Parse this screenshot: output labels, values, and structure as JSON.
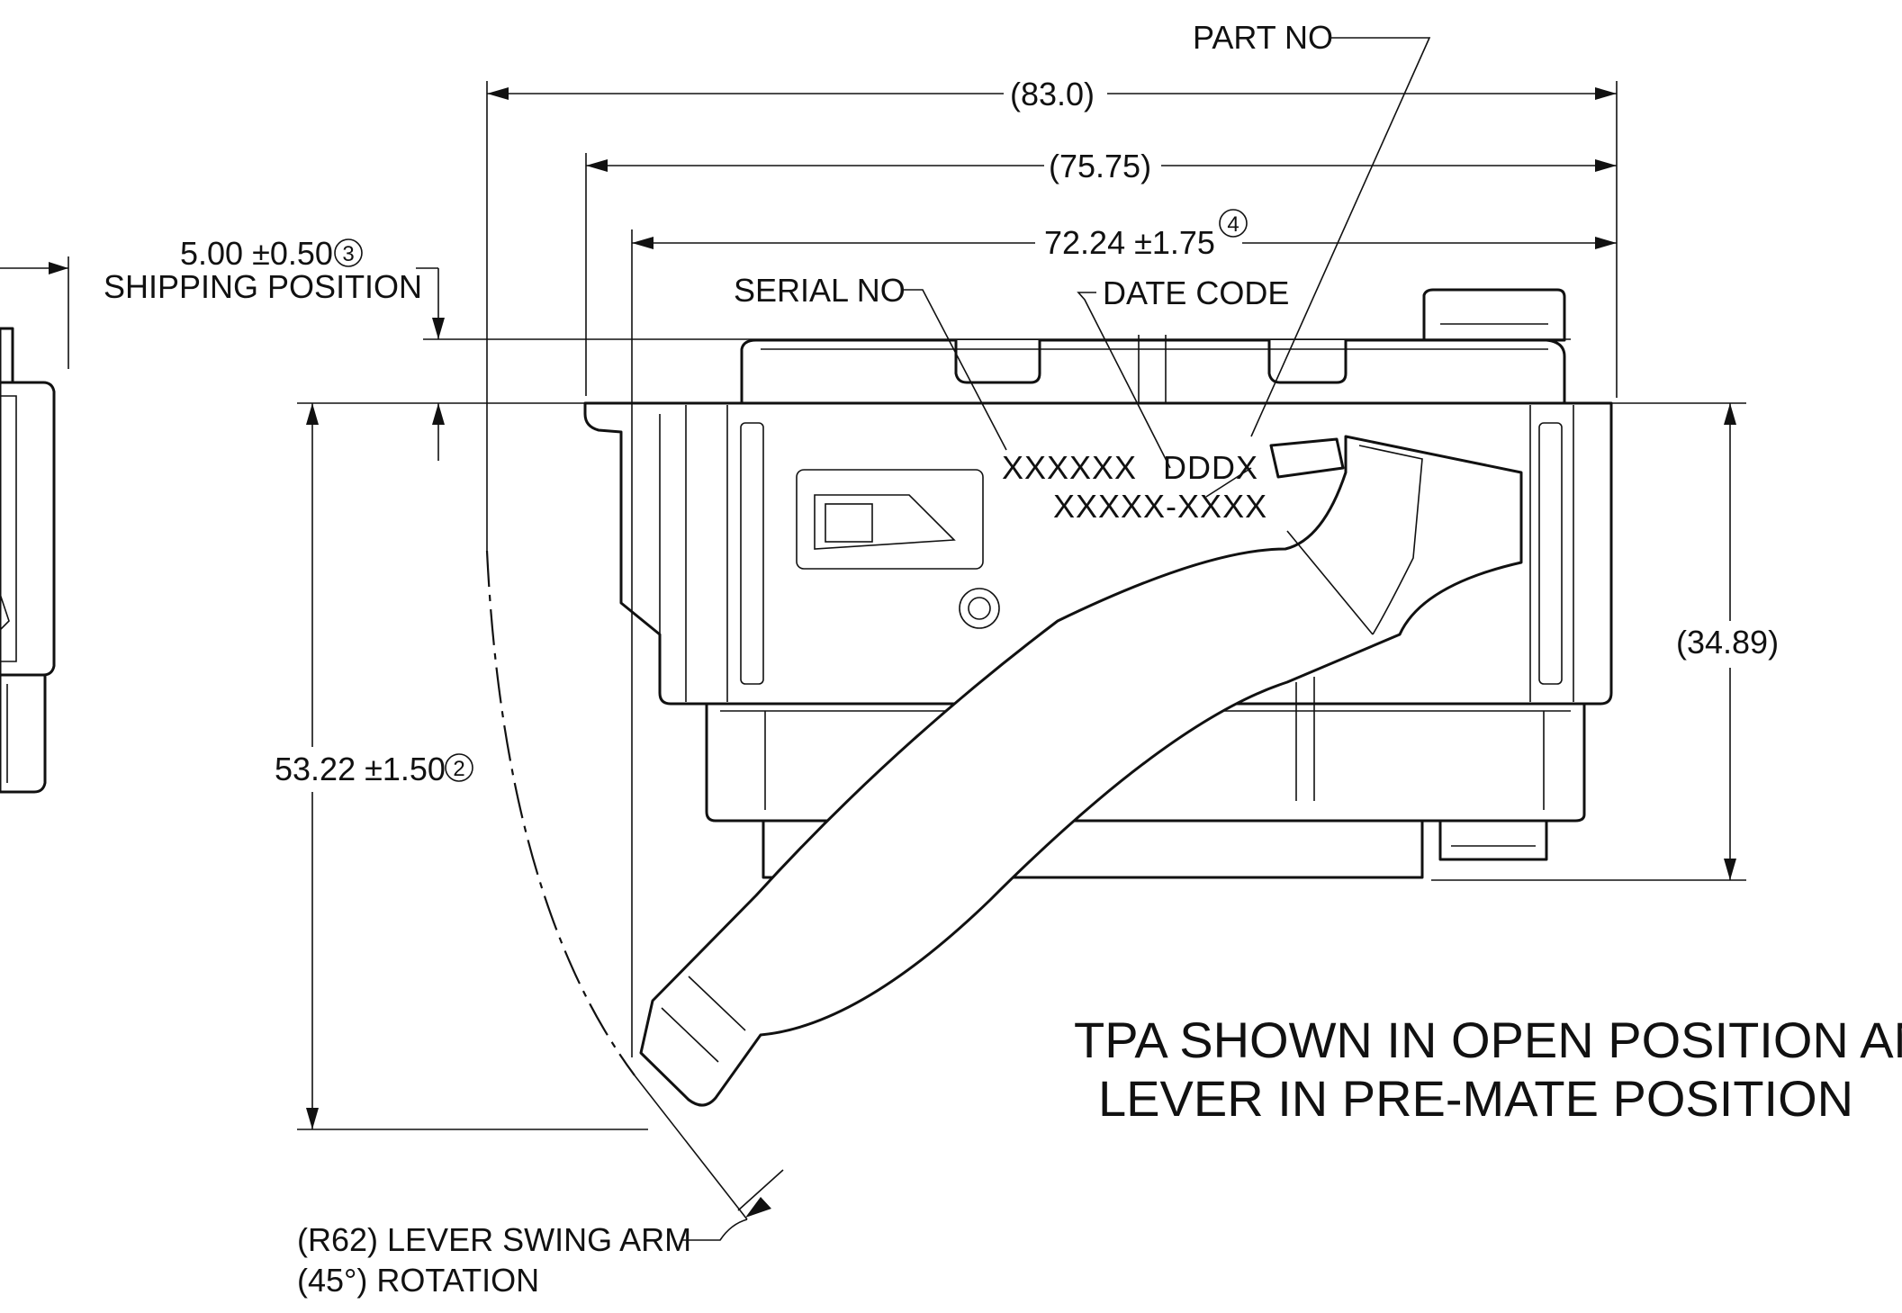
{
  "annotations": {
    "part_no": "PART NO",
    "serial_no": "SERIAL NO",
    "date_code": "DATE CODE",
    "serial_marking": "XXXXXX",
    "date_marking": "DDDX",
    "part_marking": "XXXXX-XXXX"
  },
  "dimensions": {
    "overall_width": "(83.0)",
    "width_2": "(75.75)",
    "width_3": "72.24 ±1.75",
    "width_3_note": "4",
    "shipping_value": "5.00 ±0.50",
    "shipping_note": "3",
    "shipping_label": "SHIPPING POSITION",
    "right_height": "(34.89)",
    "left_height": "53.22 ±1.50",
    "left_height_note": "2",
    "radius": "(R62) LEVER SWING ARM",
    "rotation": "(45°) ROTATION"
  },
  "notes": {
    "line1": "TPA SHOWN IN OPEN POSITION AND",
    "line2": "LEVER IN PRE-MATE POSITION"
  }
}
